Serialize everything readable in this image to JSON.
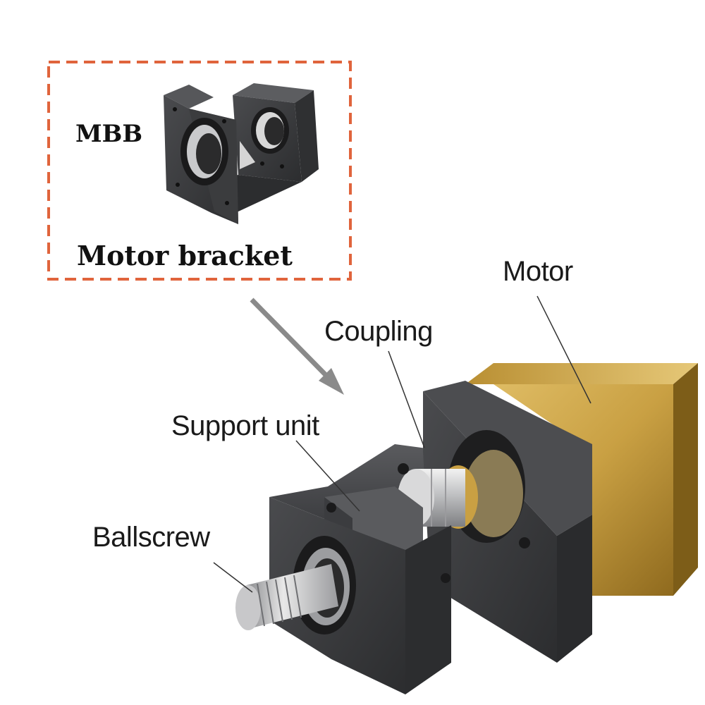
{
  "inset": {
    "code": "MBB",
    "caption": "Motor bracket",
    "border_color": "#e0643c"
  },
  "callouts": {
    "motor": "Motor",
    "coupling": "Coupling",
    "support_unit": "Support unit",
    "ballscrew": "Ballscrew"
  },
  "colors": {
    "bracket": "#3a3b3d",
    "motor_gold": "#c9a043",
    "arrow": "#8a8a8a"
  }
}
